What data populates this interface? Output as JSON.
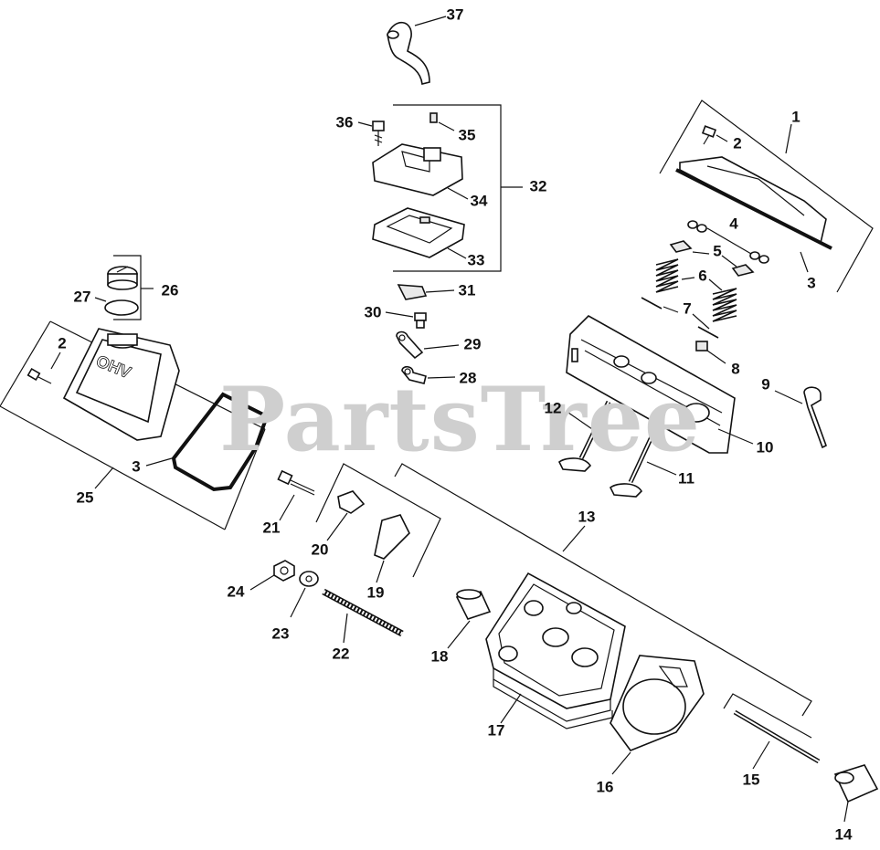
{
  "watermark": "PartsTree",
  "callouts": [
    "1",
    "2",
    "3",
    "4",
    "5",
    "6",
    "7",
    "8",
    "9",
    "10",
    "11",
    "12",
    "13",
    "14",
    "15",
    "16",
    "17",
    "18",
    "19",
    "20",
    "21",
    "22",
    "23",
    "24",
    "25",
    "26",
    "27",
    "28",
    "29",
    "30",
    "31",
    "32",
    "33",
    "34",
    "35",
    "36",
    "37"
  ],
  "diagram_labels": {
    "p1": "1",
    "p2a": "2",
    "p2b": "2",
    "p3a": "3",
    "p3b": "3",
    "p4": "4",
    "p5": "5",
    "p6": "6",
    "p7": "7",
    "p8": "8",
    "p9": "9",
    "p10": "10",
    "p11": "11",
    "p12": "12",
    "p13": "13",
    "p14": "14",
    "p15": "15",
    "p16": "16",
    "p17": "17",
    "p18": "18",
    "p19": "19",
    "p20": "20",
    "p21": "21",
    "p22": "22",
    "p23": "23",
    "p24": "24",
    "p25": "25",
    "p26": "26",
    "p27": "27",
    "p28": "28",
    "p29": "29",
    "p30": "30",
    "p31": "31",
    "p32": "32",
    "p33": "33",
    "p34": "34",
    "p35": "35",
    "p36": "36",
    "p37": "37"
  },
  "embossed_cover_text": "OHV"
}
